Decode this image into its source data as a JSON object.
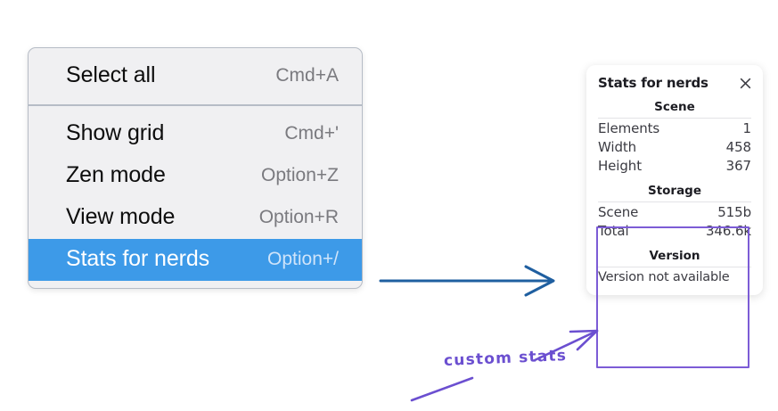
{
  "canvas": {
    "background": "#ffffff",
    "accent_blue": "#3d9ae8",
    "accent_purple": "#6b4fd0"
  },
  "context_menu": {
    "name": "canvas-context-menu",
    "sections": [
      {
        "items": [
          {
            "label": "Select all",
            "shortcut": "Cmd+A",
            "selected": false
          }
        ]
      },
      {
        "items": [
          {
            "label": "Show grid",
            "shortcut": "Cmd+'",
            "selected": false
          },
          {
            "label": "Zen mode",
            "shortcut": "Option+Z",
            "selected": false
          },
          {
            "label": "View mode",
            "shortcut": "Option+R",
            "selected": false
          },
          {
            "label": "Stats for nerds",
            "shortcut": "Option+/",
            "selected": true
          }
        ]
      }
    ]
  },
  "stats_panel": {
    "title": "Stats for nerds",
    "close_icon": "close-icon",
    "scene": {
      "heading": "Scene",
      "rows": [
        {
          "key": "Elements",
          "value": "1"
        },
        {
          "key": "Width",
          "value": "458"
        },
        {
          "key": "Height",
          "value": "367"
        }
      ]
    },
    "storage": {
      "heading": "Storage",
      "rows": [
        {
          "key": "Scene",
          "value": "515b"
        },
        {
          "key": "Total",
          "value": "346.6k"
        }
      ]
    },
    "version": {
      "heading": "Version",
      "note": "Version not available"
    }
  },
  "annotations": {
    "flow_arrow": "blue-arrow-right",
    "callout_text": "custom stats",
    "callout_arrow": "purple-arrow-to-version",
    "callout_underline": "purple-line"
  }
}
